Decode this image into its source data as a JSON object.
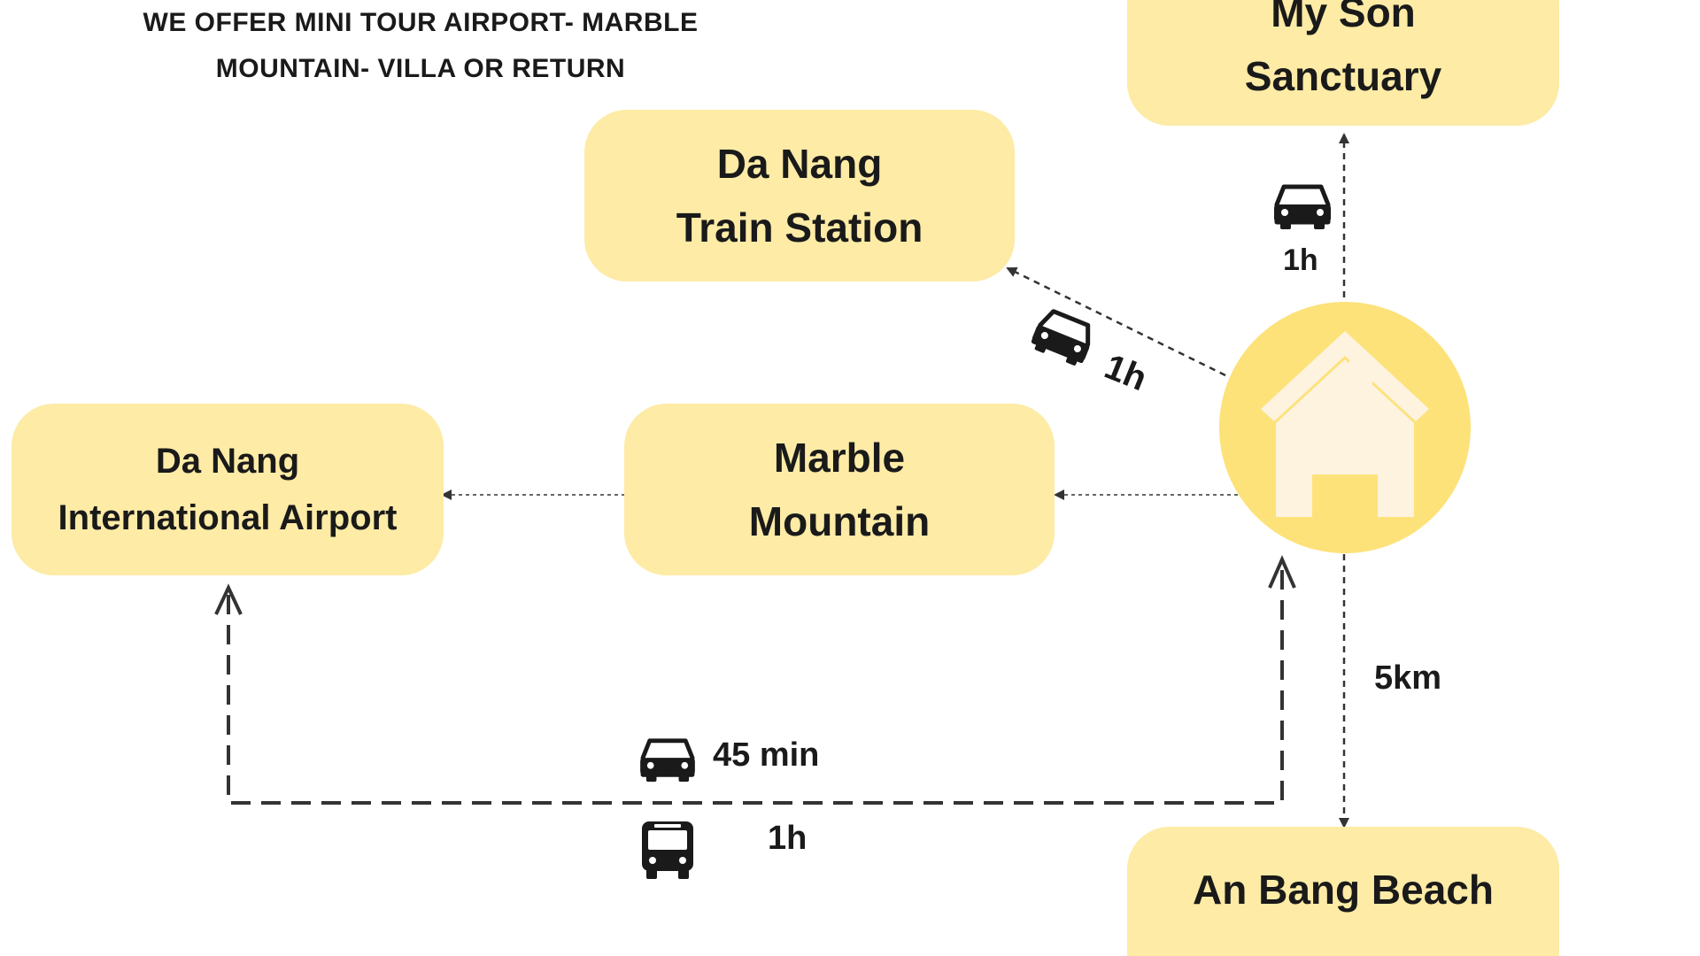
{
  "headline": {
    "line1": "WE OFFER MINI TOUR AIRPORT- MARBLE",
    "line2": "MOUNTAIN- VILLA OR RETURN"
  },
  "nodes": {
    "my_son": {
      "line1": "My Son",
      "line2": "Sanctuary"
    },
    "train_station": {
      "line1": "Da Nang",
      "line2": "Train Station"
    },
    "airport": {
      "line1": "Da Nang",
      "line2": "International Airport"
    },
    "marble_mountain": {
      "line1": "Marble",
      "line2": "Mountain"
    },
    "an_bang": {
      "line1": "An Bang Beach"
    },
    "home": {
      "icon": "house-icon"
    }
  },
  "routes": {
    "my_son": {
      "mode_icon": "car-icon",
      "duration": "1h"
    },
    "train_station": {
      "mode_icon": "car-icon",
      "duration": "1h"
    },
    "an_bang": {
      "distance": "5km"
    },
    "airport_return": {
      "car": {
        "mode_icon": "car-icon",
        "duration": "45 min"
      },
      "bus": {
        "mode_icon": "bus-icon",
        "duration": "1h"
      }
    }
  },
  "colors": {
    "box": "#fdeba6",
    "home_circle": "#fde27a",
    "house": "#fdf3df",
    "text": "#1a1a1a",
    "line": "#333333"
  }
}
